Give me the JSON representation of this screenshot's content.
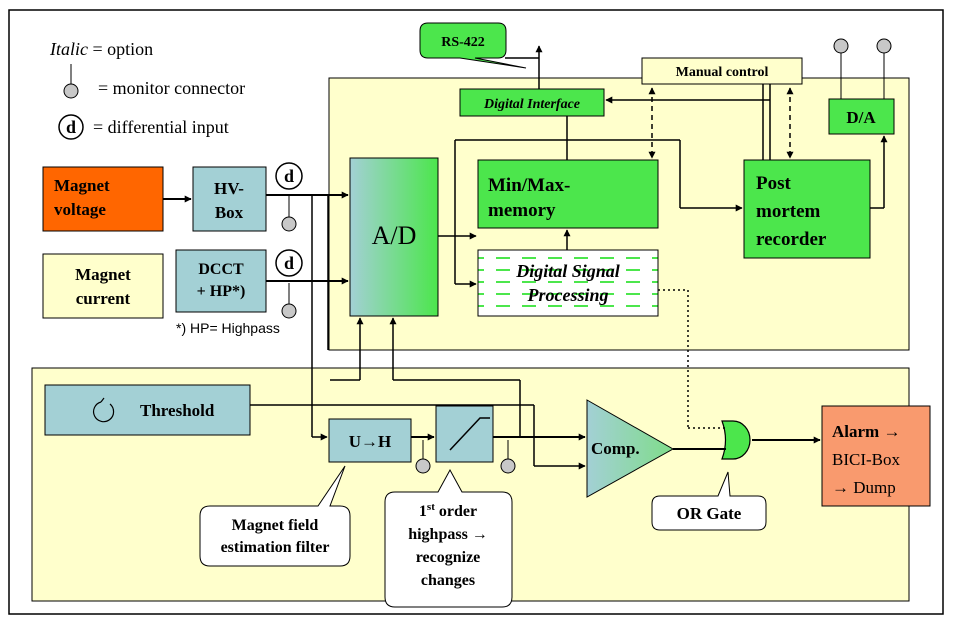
{
  "legend": {
    "italic_word": "Italic",
    "italic_rest": " = option",
    "monitor_text": "= monitor connector",
    "diff_symbol": "d",
    "diff_text": "= differential input"
  },
  "inputs": {
    "magnet_voltage": [
      "Magnet",
      "voltage"
    ],
    "magnet_current": [
      "Magnet",
      "current"
    ],
    "hv_box": [
      "HV-",
      "Box"
    ],
    "dcct": [
      "DCCT",
      "+ HP*)"
    ],
    "diff_symbol": "d",
    "footnote": "*) HP= Highpass"
  },
  "digital": {
    "rs422": "RS-422",
    "digital_interface": "Digital Interface",
    "manual_control": "Manual control",
    "da": "D/A",
    "ad": "A/D",
    "minmax": [
      "Min/Max-",
      "memory"
    ],
    "dsp": [
      "Digital Signal",
      "Processing"
    ],
    "post_mortem": [
      "Post",
      "mortem",
      "recorder"
    ]
  },
  "analog": {
    "threshold": "Threshold",
    "uh": "U→H",
    "comp": "Comp.",
    "alarm": [
      "Alarm →",
      "BICI-Box",
      "→ Dump"
    ]
  },
  "callouts": {
    "field_filter": [
      "Magnet field",
      "estimation filter"
    ],
    "highpass_1": "1",
    "highpass_sup": "st",
    "highpass_2": " order",
    "highpass_rest": [
      "highpass →",
      "recognize",
      "changes"
    ],
    "or_gate": "OR Gate"
  },
  "colors": {
    "panel": "#ffffcc",
    "teal": "#a3d0d5",
    "green": "#4ce64c",
    "orange": "#ff6600",
    "alarm": "#f99a6e",
    "cream": "#ffffcc"
  }
}
